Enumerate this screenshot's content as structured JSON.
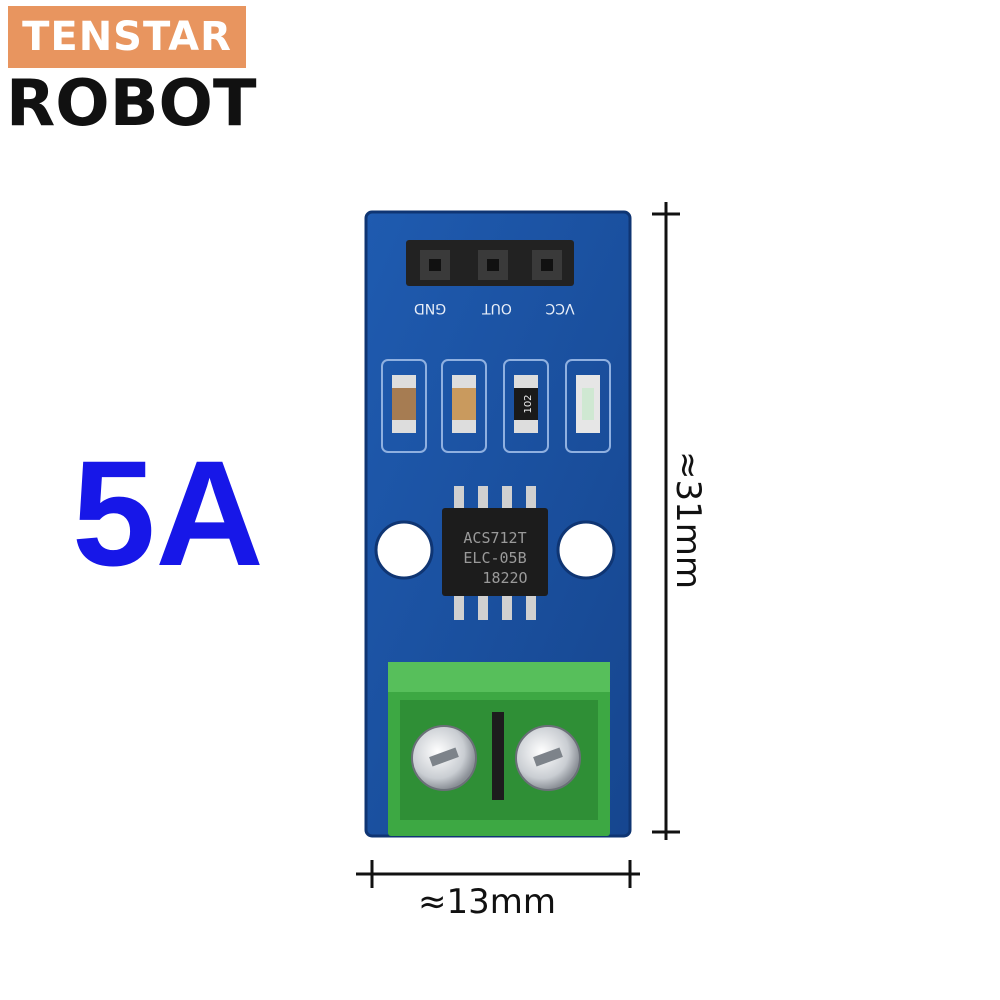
{
  "brand": {
    "line1": "TENSTAR",
    "line2": "ROBOT"
  },
  "rating": "5A",
  "pins": [
    "GND",
    "OUT",
    "VCC"
  ],
  "resistor_code": "102",
  "chip_lines": [
    "ACS712T",
    "ELC-05B",
    "1822O"
  ],
  "dimensions": {
    "width": "≈13mm",
    "height": "≈31mm"
  },
  "colors": {
    "brand_box": "#e8955f",
    "rating_text": "#1717e8",
    "pcb_blue": "#1b4fa0",
    "terminal_green": "#3da843"
  }
}
